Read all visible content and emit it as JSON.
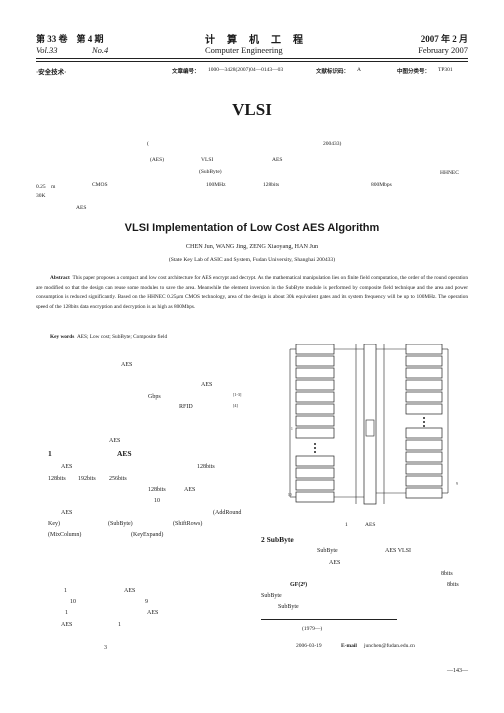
{
  "header": {
    "vol_cn": "第 33 卷　第 4 期",
    "vol_en": "Vol.33",
    "no_en": "No.4",
    "journal_cn": "计　算　机　工　程",
    "journal_en": "Computer Engineering",
    "date_cn": "2007 年 2 月",
    "date_en": "February 2007"
  },
  "meta": {
    "section": "·安全技术·",
    "article_no_label": "文章编号：",
    "article_no": "1000—3428(2007)04—0143—03",
    "doc_code_label": "文献标识码：",
    "doc_code": "A",
    "class_label": "中图分类号：",
    "class_no": "TP301"
  },
  "cn_title": "VLSI",
  "cn_affil": {
    "open": "(",
    "code": "200433)"
  },
  "cn_abstract": {
    "l1_aes": "(AES)",
    "l1_vlsi": "VLSI",
    "l1_aes2": "AES",
    "l2_sub": "(SubByte)",
    "l3_hhnec": "HHNEC",
    "l4_um": "0.25　m",
    "l4_cmos": "CMOS",
    "l4_freq": "100MHz",
    "l4_bits": "128bits",
    "l4_speed": "800Mbps",
    "l5_30k": "30K",
    "kw_aes": "AES"
  },
  "en_title": "VLSI Implementation of Low Cost AES Algorithm",
  "en_authors": "CHEN Jun, WANG Jing, ZENG Xiaoyang, HAN Jun",
  "en_affil": "(State Key Lab of ASIC and System, Fudan University, Shanghai 200433)",
  "en_abstract": {
    "label": "Abstract",
    "text": "This paper proposes a compact and low cost architecture for AES encrypt and decrypt. As the mathematical manipulation lies on finite field computation, the order of the round operation are modified so that the design can reuse some modules to save the area. Meanwhile the element inversion in the SubByte module is performed by composite field technique and the area and power consumption is reduced significantly. Based on the HHNEC 0.25μm CMOS technology, area of the design is about 30k equivalent gates and its system frequency will be up to 100MHz. The operation speed of the 128bits data encryption and decryption is as high as 800Mbps.",
    "kw_label": "Key words",
    "kw_text": "AES; Low cost; SubByte; Composite field"
  },
  "left_col": {
    "p1_aes": "AES",
    "p2_aes": "AES",
    "p2_gbps": "Gbps",
    "p2_ref1": "[1-3]",
    "p2_rfid": "RFID",
    "p2_ref2": "[4]",
    "p3_aes": "AES",
    "s1_num": "1",
    "s1_aes": "AES",
    "s1_l1_aes": "AES",
    "s1_l1_bits": "128bits",
    "s1_l2_a": "128bits",
    "s1_l2_b": "192bits",
    "s1_l2_c": "256bits",
    "s1_l3_bits": "128bits",
    "s1_l3_aes": "AES",
    "s1_l4_10": "10",
    "s1_l5_aes": "AES",
    "s1_l5_add": "(AddRound",
    "s1_l6_key": "Key)",
    "s1_l6_sub": "(SubByte)",
    "s1_l6_shift": "(ShiftRows)",
    "s1_l7_mix": "(MixColumn)",
    "s1_l7_key": "(KeyExpand)",
    "p4_1": "1",
    "p4_aes": "AES",
    "p4_10": "10",
    "p4_9": "9",
    "p4_1b": "1",
    "p4_aes2": "AES",
    "p4_aes3": "AES",
    "p4_1c": "1",
    "foot_3": "3"
  },
  "right_col": {
    "fig_caption_num": "1",
    "fig_caption_aes": "AES",
    "fig_labels": [
      "1",
      "9",
      "10"
    ],
    "s2_title": "2 SubByte",
    "s2_l1_sub": "SubByte",
    "s2_l1_aes": "AES VLSI",
    "s2_l2_aes": "AES",
    "s2_l3_bits": "8bits",
    "s2_l4_gf": "GF(2⁸)",
    "s2_l4_bits": "8bits",
    "s2_l5_sub": "SubByte",
    "s2_l6_sub": "SubByte",
    "bio_year": "(1979—)",
    "received": "2006-03-19",
    "email_label": "E-mail",
    "email": "junchen@fudan.edu.cn"
  },
  "page_number": "—143—"
}
